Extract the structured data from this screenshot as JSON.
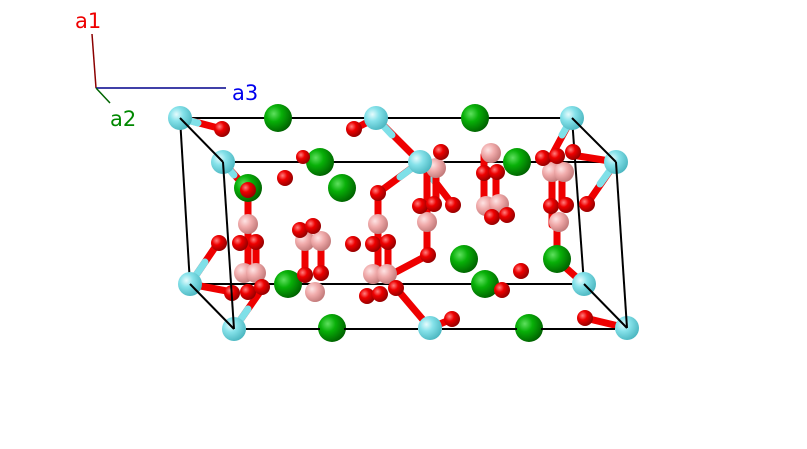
{
  "axes": {
    "a1": {
      "label": "a1",
      "color": "#ee0000"
    },
    "a2": {
      "label": "a2",
      "color": "#008800"
    },
    "a3": {
      "label": "a3",
      "color": "#0000ee"
    }
  },
  "colors": {
    "cell_edge": "#000000",
    "atom_cyan": "#7fe0e8",
    "atom_green": "#00aa00",
    "atom_red": "#ee0000",
    "atom_pink": "#f0a8a8"
  }
}
